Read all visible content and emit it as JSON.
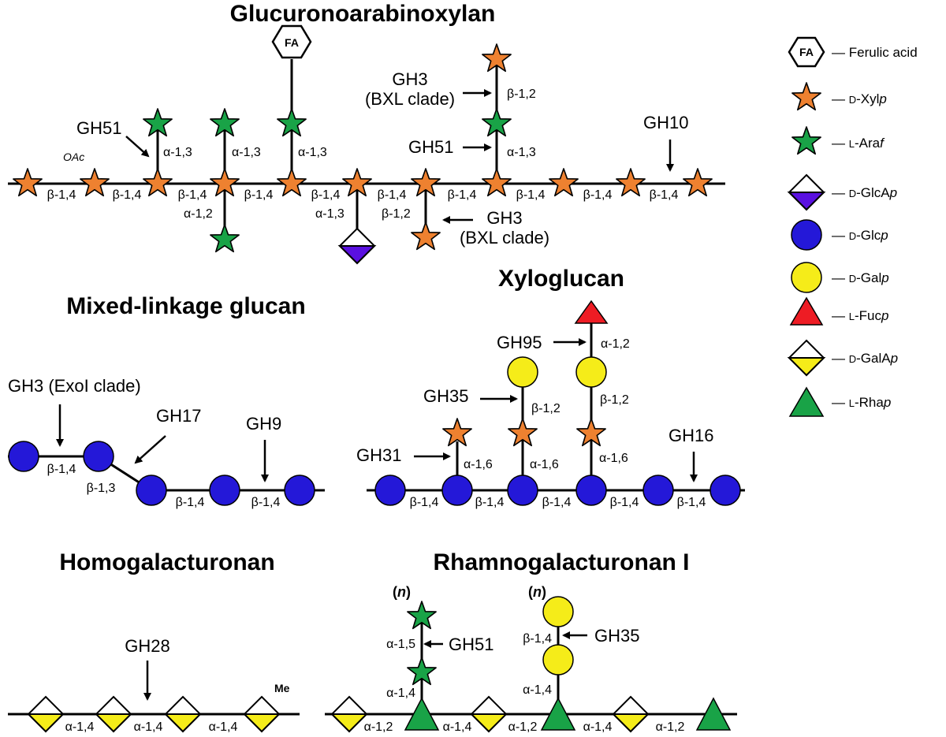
{
  "titles": {
    "gax": "Glucuronoarabinoxylan",
    "mlg": "Mixed-linkage glucan",
    "xyg": "Xyloglucan",
    "hg": "Homogalacturonan",
    "rg1": "Rhamnogalacturonan I"
  },
  "legend": {
    "fa": {
      "symbol": "FA",
      "label": "Ferulic acid"
    },
    "xyl": {
      "prefix": "D",
      "name": "-Xyl",
      "suffix": "p"
    },
    "ara": {
      "prefix": "L",
      "name": "-Ara",
      "suffix": "f"
    },
    "glca": {
      "prefix": "D",
      "name": "-GlcA",
      "suffix": "p"
    },
    "glc": {
      "prefix": "D",
      "name": "-Glc",
      "suffix": "p"
    },
    "gal": {
      "prefix": "D",
      "name": "-Gal",
      "suffix": "p"
    },
    "fuc": {
      "prefix": "L",
      "name": "-Fuc",
      "suffix": "p"
    },
    "gala": {
      "prefix": "D",
      "name": "-GalA",
      "suffix": "p"
    },
    "rha": {
      "prefix": "L",
      "name": "-Rha",
      "suffix": "p"
    },
    "dash": "—"
  },
  "colors": {
    "xyl": "#ee8130",
    "ara": "#19a347",
    "glc": "#2418d8",
    "gal": "#f5ec19",
    "fuc": "#ee1c24",
    "glca_fill": "#5a10e0",
    "gala_fill": "#f5ec19",
    "rha": "#19a347"
  },
  "gax": {
    "oac": "OAc",
    "backbone_links": [
      "β-1,4",
      "β-1,4",
      "β-1,4",
      "β-1,4",
      "β-1,4",
      "β-1,4",
      "β-1,4",
      "β-1,4",
      "β-1,4",
      "β-1,4"
    ],
    "side_links": [
      "α-1,3",
      "α-1,3",
      "α-1,3",
      "α-1,2",
      "α-1,3",
      "β-1,2",
      "α-1,3",
      "β-1,2"
    ],
    "enzymes": {
      "gh51_a": "GH51",
      "gh3_top_1": "GH3",
      "gh3_top_2": "(BXL clade)",
      "gh51_b": "GH51",
      "gh10": "GH10",
      "gh3_bot_1": "GH3",
      "gh3_bot_2": "(BXL clade)"
    }
  },
  "mlg": {
    "links": [
      "β-1,4",
      "β-1,3",
      "β-1,4",
      "β-1,4"
    ],
    "enzymes": {
      "gh3": "GH3 (ExoI clade)",
      "gh17": "GH17",
      "gh9": "GH9"
    }
  },
  "xyg": {
    "backbone_links": [
      "β-1,4",
      "β-1,4",
      "β-1,4",
      "β-1,4",
      "β-1,4"
    ],
    "side_links": [
      "α-1,6",
      "α-1,6",
      "α-1,6",
      "β-1,2",
      "β-1,2",
      "α-1,2"
    ],
    "enzymes": {
      "gh95": "GH95",
      "gh35": "GH35",
      "gh31": "GH31",
      "gh16": "GH16"
    }
  },
  "hg": {
    "links": [
      "α-1,4",
      "α-1,4",
      "α-1,4"
    ],
    "me": "Me",
    "enzymes": {
      "gh28": "GH28"
    }
  },
  "rg1": {
    "backbone_links": [
      "α-1,2",
      "α-1,4",
      "α-1,2",
      "α-1,4",
      "α-1,2"
    ],
    "side_links": [
      "α-1,4",
      "α-1,5",
      "α-1,4",
      "β-1,4"
    ],
    "n": "n",
    "enzymes": {
      "gh51": "GH51",
      "gh35": "GH35"
    }
  }
}
